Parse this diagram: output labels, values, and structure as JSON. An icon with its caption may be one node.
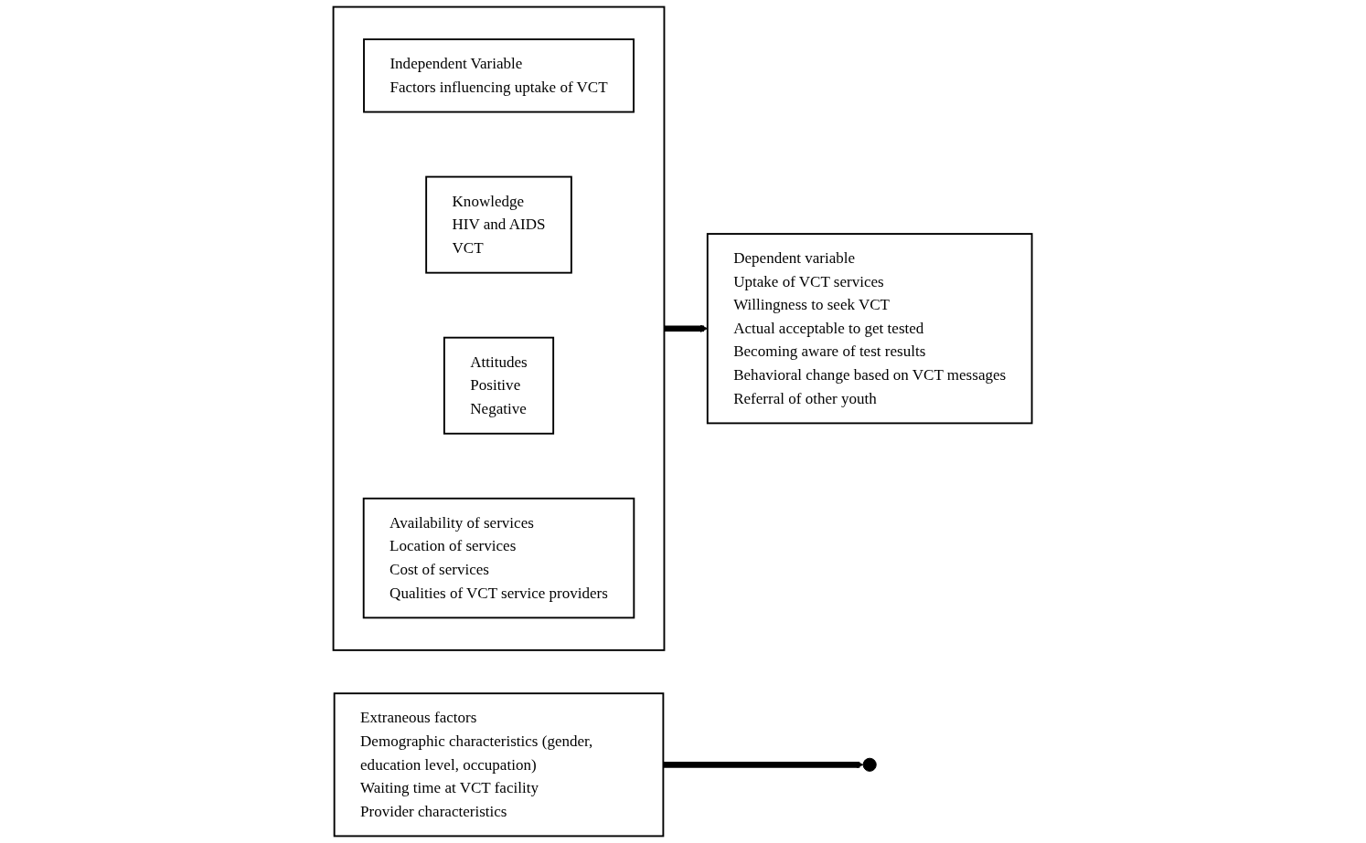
{
  "diagram": {
    "nodes": [
      {
        "text": [],
        "shape": "box"
      },
      {
        "text": [
          "Independent Variable",
          "Factors influencing uptake of VCT"
        ],
        "in": 0
      },
      {
        "text": [
          "Knowledge",
          "HIV and AIDS",
          "VCT"
        ],
        "in": 0
      },
      {
        "text": [
          "Attitudes",
          "Positive",
          "Negative"
        ],
        "in": 0
      },
      {
        "text": [
          "Availability of services",
          "Location of services",
          "Cost of services",
          "Qualities of VCT service providers"
        ],
        "in": 0
      },
      {
        "text": [
          "Dependent variable",
          "Uptake of VCT services",
          "Willingness to seek VCT",
          "Actual acceptable to get tested",
          "Becoming aware of test results",
          "Behavioral change based on VCT messages",
          "Referral of other youth"
        ]
      },
      {
        "text": [
          "Extraneous factors",
          "Demographic characteristics (gender, education level, occupation)",
          "Waiting time at VCT facility",
          "Provider characteristics"
        ]
      }
    ],
    "edges": [
      {
        "from": 0,
        "to": 5,
        "arrow": "to"
      },
      {
        "from": 6,
        "to": null,
        "arrow": "to"
      }
    ]
  }
}
